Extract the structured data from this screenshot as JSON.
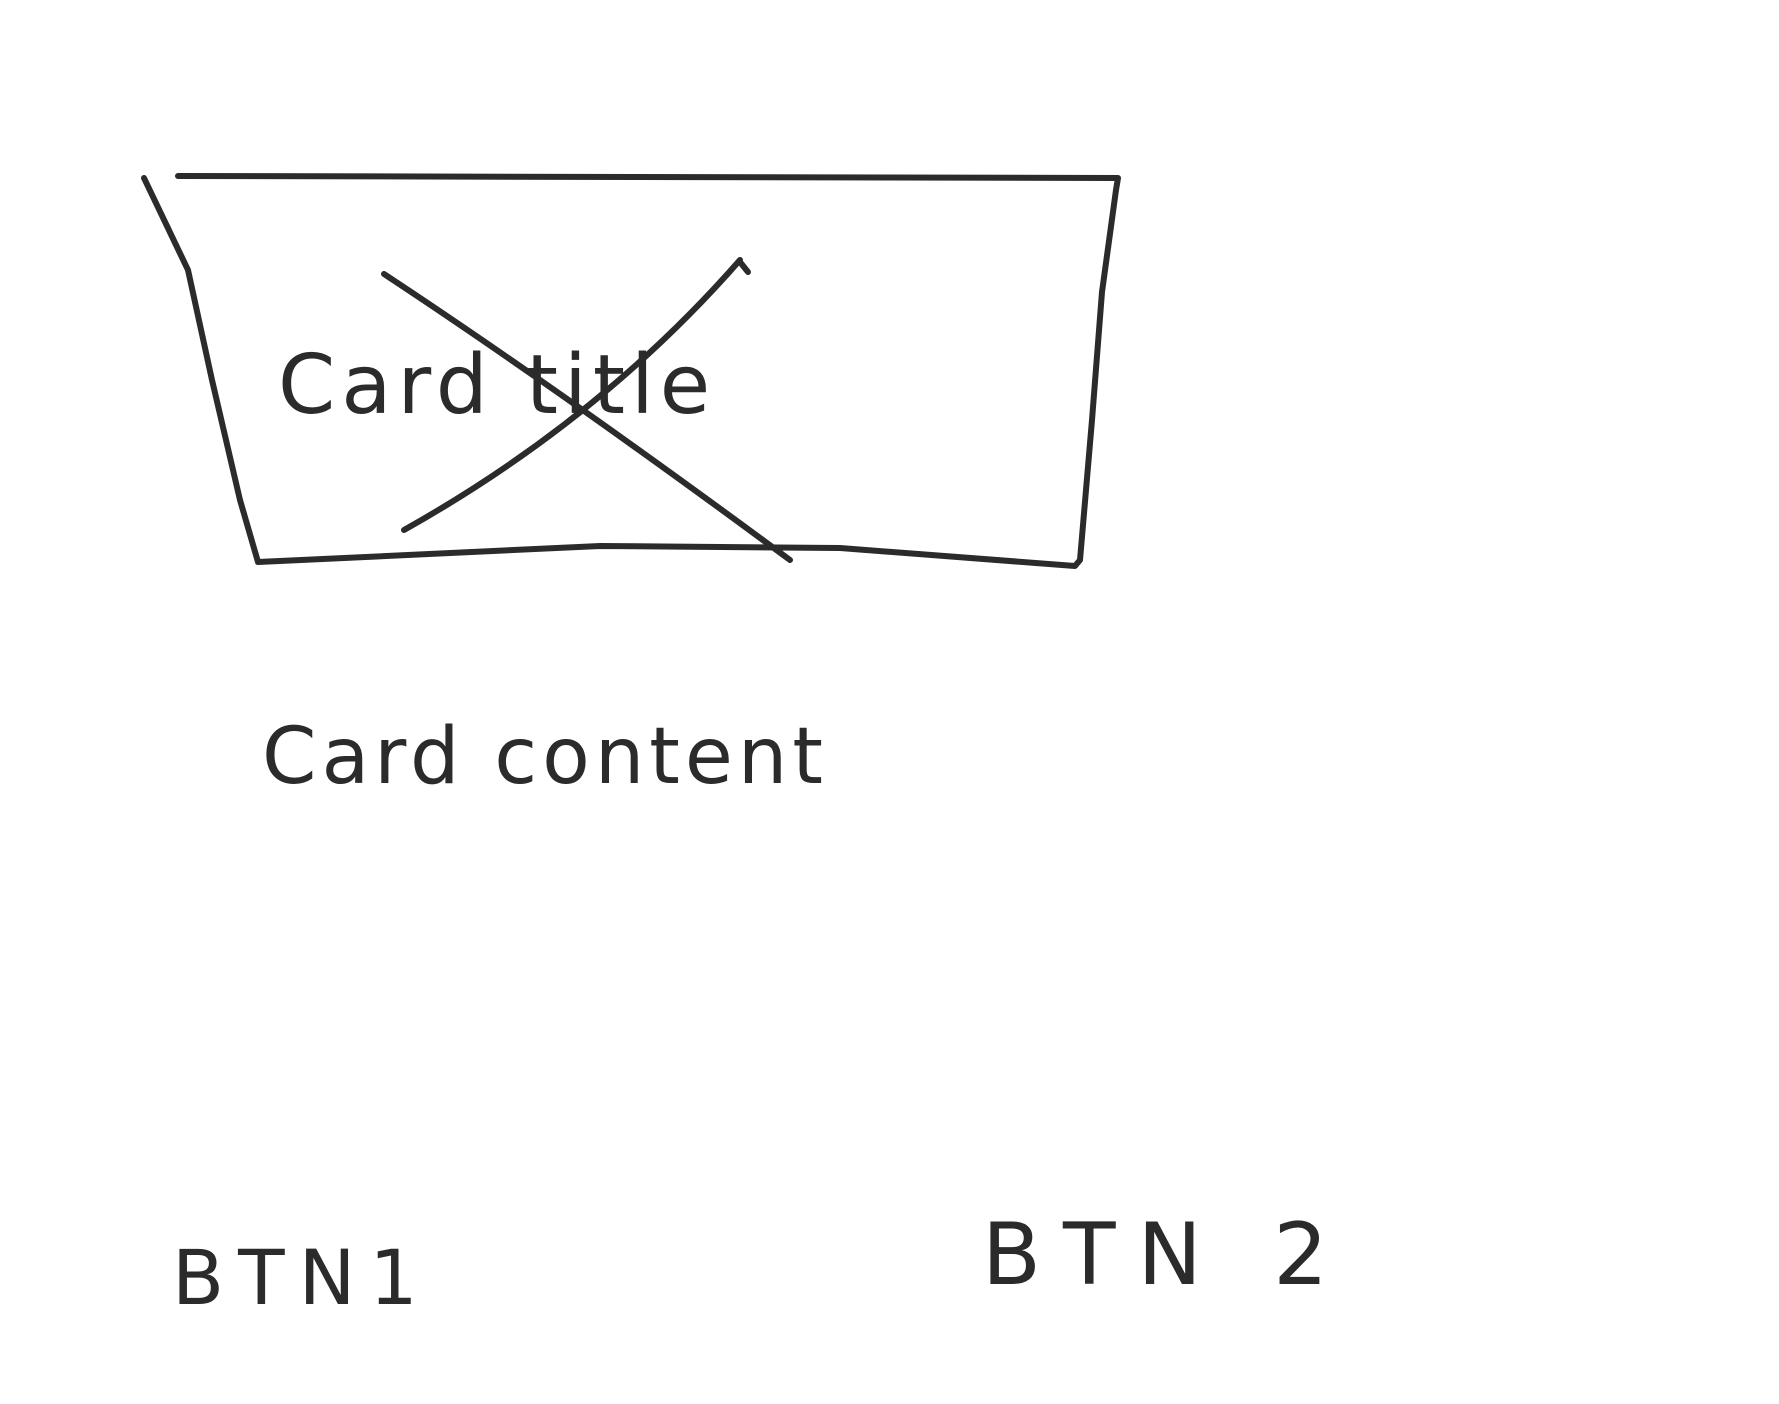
{
  "card": {
    "image_placeholder": {
      "label": "Card title"
    },
    "content": "Card content"
  },
  "actions": {
    "button_1": "BTN1",
    "button_2": "BTN 2"
  },
  "colors": {
    "ink": "#2b2b2b",
    "background": "#ffffff"
  }
}
